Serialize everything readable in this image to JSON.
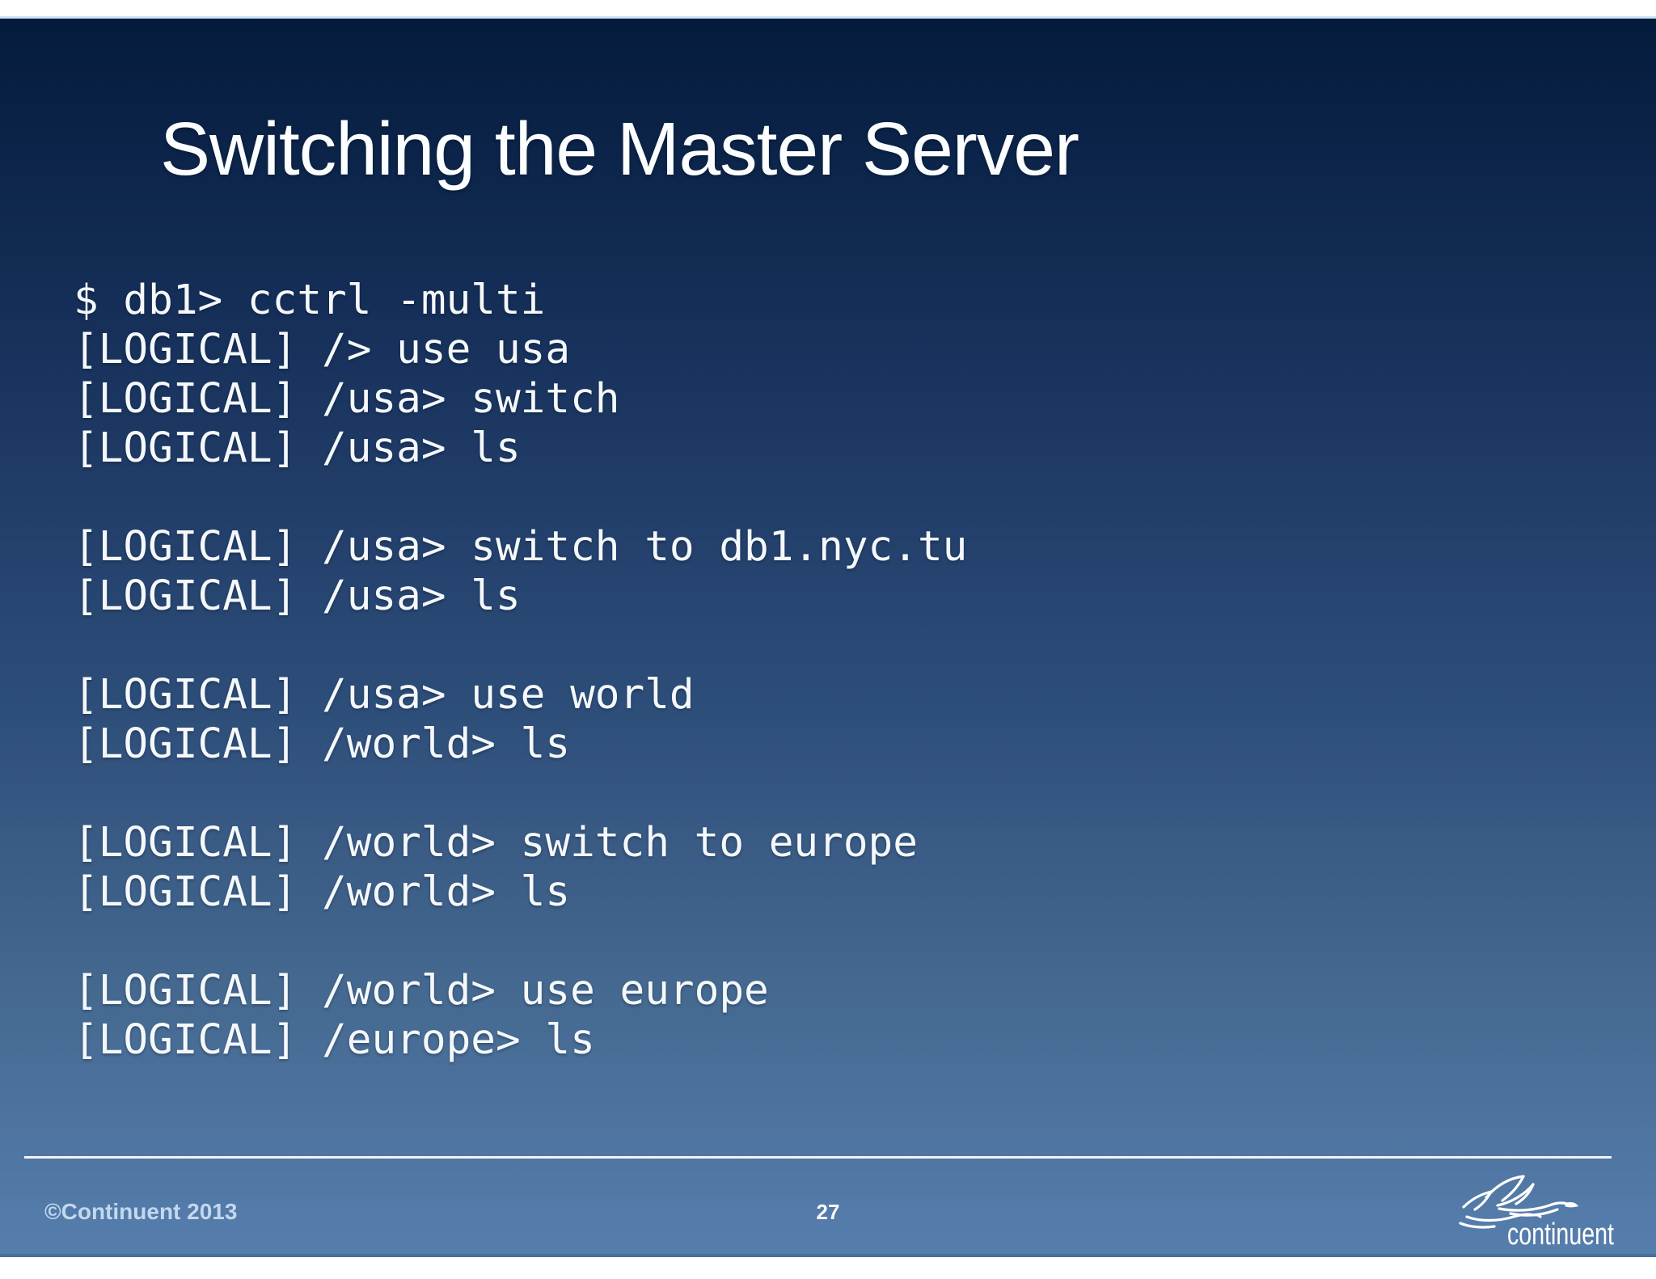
{
  "slide": {
    "title": "Switching the Master Server",
    "terminal_lines": [
      "$ db1> cctrl -multi",
      "[LOGICAL] /> use usa",
      "[LOGICAL] /usa> switch",
      "[LOGICAL] /usa> ls",
      "",
      "[LOGICAL] /usa> switch to db1.nyc.tu",
      "[LOGICAL] /usa> ls",
      "",
      "[LOGICAL] /usa> use world",
      "[LOGICAL] /world> ls",
      "",
      "[LOGICAL] /world> switch to europe",
      "[LOGICAL] /world> ls",
      "",
      "[LOGICAL] /world> use europe",
      "[LOGICAL] /europe> ls"
    ]
  },
  "footer": {
    "copyright": "©Continuent 2013",
    "page_number": "27",
    "logo_text": "continuent"
  },
  "icons": {
    "logo": "flying-geese-icon"
  },
  "colors": {
    "background_top": "#041b3c",
    "background_bottom": "#567ead",
    "top_accent_line": "#cde4f6",
    "bottom_accent_line": "#4a6f9e",
    "terminal_text": "#f5f8fb",
    "title_text": "#fbfdfe",
    "copyright_text": "#c3d8ee",
    "divider": "#f0f5fb"
  }
}
